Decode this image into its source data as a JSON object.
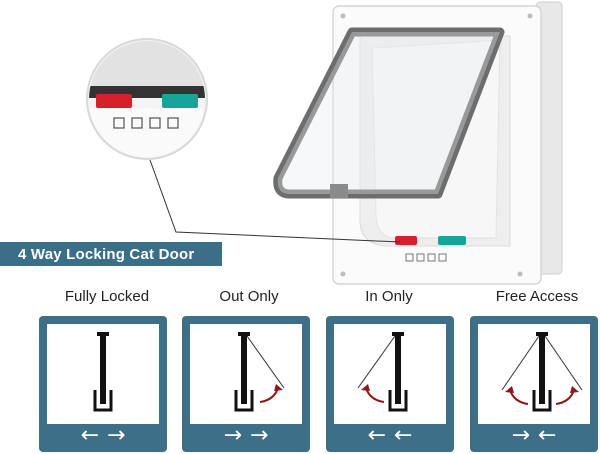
{
  "banner": {
    "title": "4 Way Locking Cat Door"
  },
  "modes": [
    {
      "title": "Fully Locked",
      "arrows": [
        "←",
        "→"
      ]
    },
    {
      "title": "Out Only",
      "arrows": [
        "→",
        "→"
      ]
    },
    {
      "title": "In Only",
      "arrows": [
        "←",
        "←"
      ]
    },
    {
      "title": "Free Access",
      "arrows": [
        "→",
        "←"
      ]
    }
  ],
  "colors": {
    "accent": "#3b6e87",
    "card": "#3d6f89",
    "lock_red": "#d6212a",
    "lock_teal": "#17a59b",
    "swing_arrow": "#8b1a1a"
  }
}
